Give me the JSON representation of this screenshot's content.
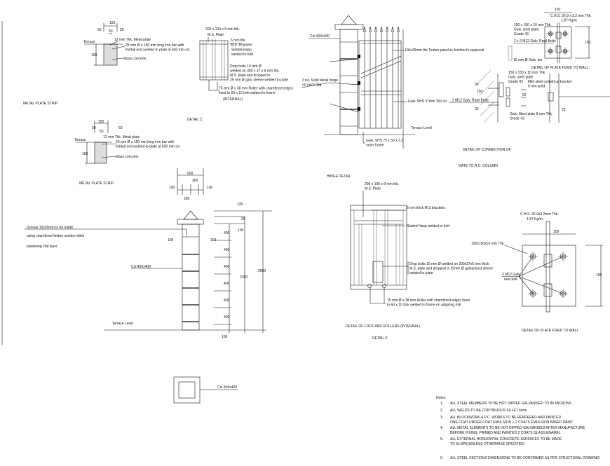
{
  "strip1": {
    "dim_width": "150",
    "dim_left": "50",
    "dim_right": "50",
    "dim_mid": "50",
    "terrazo": "Terrazo",
    "plate": "12 mm Thk. Metal plate",
    "bar1": "25 mm Ø x 150 mm long iron bar with",
    "bar2": "fishtail end welded to plate at 600 mm c/c",
    "concrete": "Mass concrete",
    "depth": "150",
    "title": "METAL PLATE STRIP"
  },
  "strip2": {
    "dim_width": "150",
    "dim_left": "50",
    "dim_right": "50",
    "dim_mid": "50",
    "terrazo": "Terrazo",
    "plate": "12 mm Thk. Metal plate",
    "bar1": "20 mm Ø x 150 mm long iron bar with",
    "bar2": "fishtail end welded to plate at 600 mm c/c",
    "concrete": "Mass concrete",
    "depth": "150",
    "title": "METAL PLATE STRIP"
  },
  "detail_z_small": {
    "plate1": "200 x 100 x 5 mm thk.",
    "plate2": "M.S. Plate",
    "brackets1": "6 mm thk.",
    "brackets2": "M.S. brackets",
    "hasp1": "Slotted Hasp",
    "hasp2": "welded to bolt",
    "drop1": "Drop bolts 16 mm Ø",
    "drop2": "welded on 300 x 37 x 6 mm thk.",
    "drop3": "M.S. plate and dropped in",
    "drop4": "25 mm Ø galv. sleeve welded to plate",
    "roller1": "75 mm Ø x 38 mm Roller with chamfered edges",
    "roller2": "fixed to 50 x 10 fork welded to frame",
    "internal": "(INTERNAL)",
    "title": "DETAIL Z"
  },
  "hinge_detail": {
    "col": "Col 400x400",
    "timber": "100x25mm thk Timber panel to Architect's approval",
    "hinge1": "3 no. Solid Metal hinge",
    "hinge2": "on each flag",
    "shs": "Galv. SHS 37mm 150 c/c",
    "terrace": "Terrace Level",
    "frame1": "Galv. SHS 75 x 50 x 3.2",
    "frame2": "outer frame",
    "title": "HINGE DETAIL"
  },
  "connection": {
    "pin": "16 mm Ø Galv. pin",
    "plate1": "150 x 150 x 10 mm Thk.",
    "plate2": "Galv. steel plate",
    "plate3": "Grade 43",
    "bracket1": "Mild steel cylindrical bracket",
    "bracket2": "6 mm weld",
    "steel1": "Galv. Steel plate 8 mm Thk.",
    "steel2": "Grade 43",
    "bolts": "2 M12 Galv. Rawl Bolts",
    "d150": "150",
    "d30a": "30",
    "d50": "50",
    "d30b": "30",
    "d25": "25",
    "title1": "DETAIL OF CONNECTION OF",
    "title2": "GATE TO R.C. COLUMN"
  },
  "plate_top": {
    "width": "150",
    "chs1": "C.H.S. 26.9 x 3.2 mm Thk.",
    "chs2": "1.87 Kg/m",
    "plate1": "150 x 150 x 10 mm Thk.",
    "plate2": "Galv. steel plate",
    "plate3": "Grade 43",
    "bolts": "2 x 2 M12 Galv. Rawl Bolts",
    "height": "150",
    "title": "DETAIL OF PLATE FIXED TO WALL"
  },
  "column_dims": {
    "d500": "500",
    "d300": "300",
    "d100a": "100",
    "d100b": "100",
    "d200": "200"
  },
  "column_elev": {
    "groove1": "Groove 10x20mm to be made",
    "groove2": "using chamfered timber section while",
    "groove3": "plastering 2nd layer",
    "d100a": "100",
    "d100b": "100",
    "col": "Col 400x400",
    "terrace": "Terrace Level",
    "d125": "125",
    "d25": "25",
    "d100c": "100",
    "d400": "400",
    "d2250": "2250",
    "d2600": "2600",
    "d100d": "100"
  },
  "column_plan": {
    "col": "Col 400x400"
  },
  "lock_detail": {
    "plate1": "300 x 100 x 8 mm thk.",
    "plate2": "M.S. Plate",
    "brackets": "6 mm thick M.S brackets",
    "hasp": "Slotted Hasp welded to bolt",
    "drop1": "Drop bolts 16 mm Ø welded on 300x37x6 mm thick",
    "drop2": "M.S. plate and dropped in 25mm Ø galvanised sleeve",
    "drop3": "welded to plate",
    "roller1": "75 mm Ø x 38 mm Roller with chamfered edges fixed",
    "roller2": "to 50 x 10 fork welded to frame on adapting mill",
    "title": "DETAIL OF LOCK AND ROLLERS (INTERNAL)",
    "subtitle": "DETAIL Z"
  },
  "plate_bottom": {
    "chs1": "C.H.S. 26.9x3.2mm Thk.",
    "chs2": "1.87 Kg/m",
    "width": "150",
    "plate": "150x150x10 mm Thk.",
    "bolt1": "2 M12 Galv.",
    "bolt2": "rawl bolt",
    "height": "150",
    "title": "DETAIL OF PLATE FIXED TO WALL"
  },
  "notes": {
    "heading": "Notes:",
    "items": [
      {
        "n": "1.",
        "l1": "ALL STEEL MEMBERS TO BE HOT DIPPED GALVANISED TO 85 MICRONS"
      },
      {
        "n": "2.",
        "l1": "ALL WELDS TO BE CONTINUOUS FILLET 5mm"
      },
      {
        "n": "3.",
        "l1": "ALL BLOCKWORK & P.C. WORKS TO BE RENDERED AND PAINTED",
        "l2": "ONE COAT UNDER COAT EMULSION + 2 COATS EMULSION BASED PAINT."
      },
      {
        "n": "4.",
        "l1": "ALL METAL ELEMENTS TO BE HOT-DIPPED GALVANISED AFTER MANUFACTURE",
        "l2": "BEFORE FIXING; PRIMED AND PAINTED 2 COATS GLASS ENAMEL"
      },
      {
        "n": "5.",
        "l1": "ALL EXTERNAL HORIZONTAL CONCRETE SURFACES TO BE MADE",
        "l2": "TO SLOPE(UNLESS OTHERWISE SPECIFIED"
      },
      {
        "n": "6.",
        "l1": "ALL STEEL SECTIONS DIMENSIONS TO BE CONFIRMED AS PER STRUCTURAL DRAWING"
      }
    ]
  }
}
